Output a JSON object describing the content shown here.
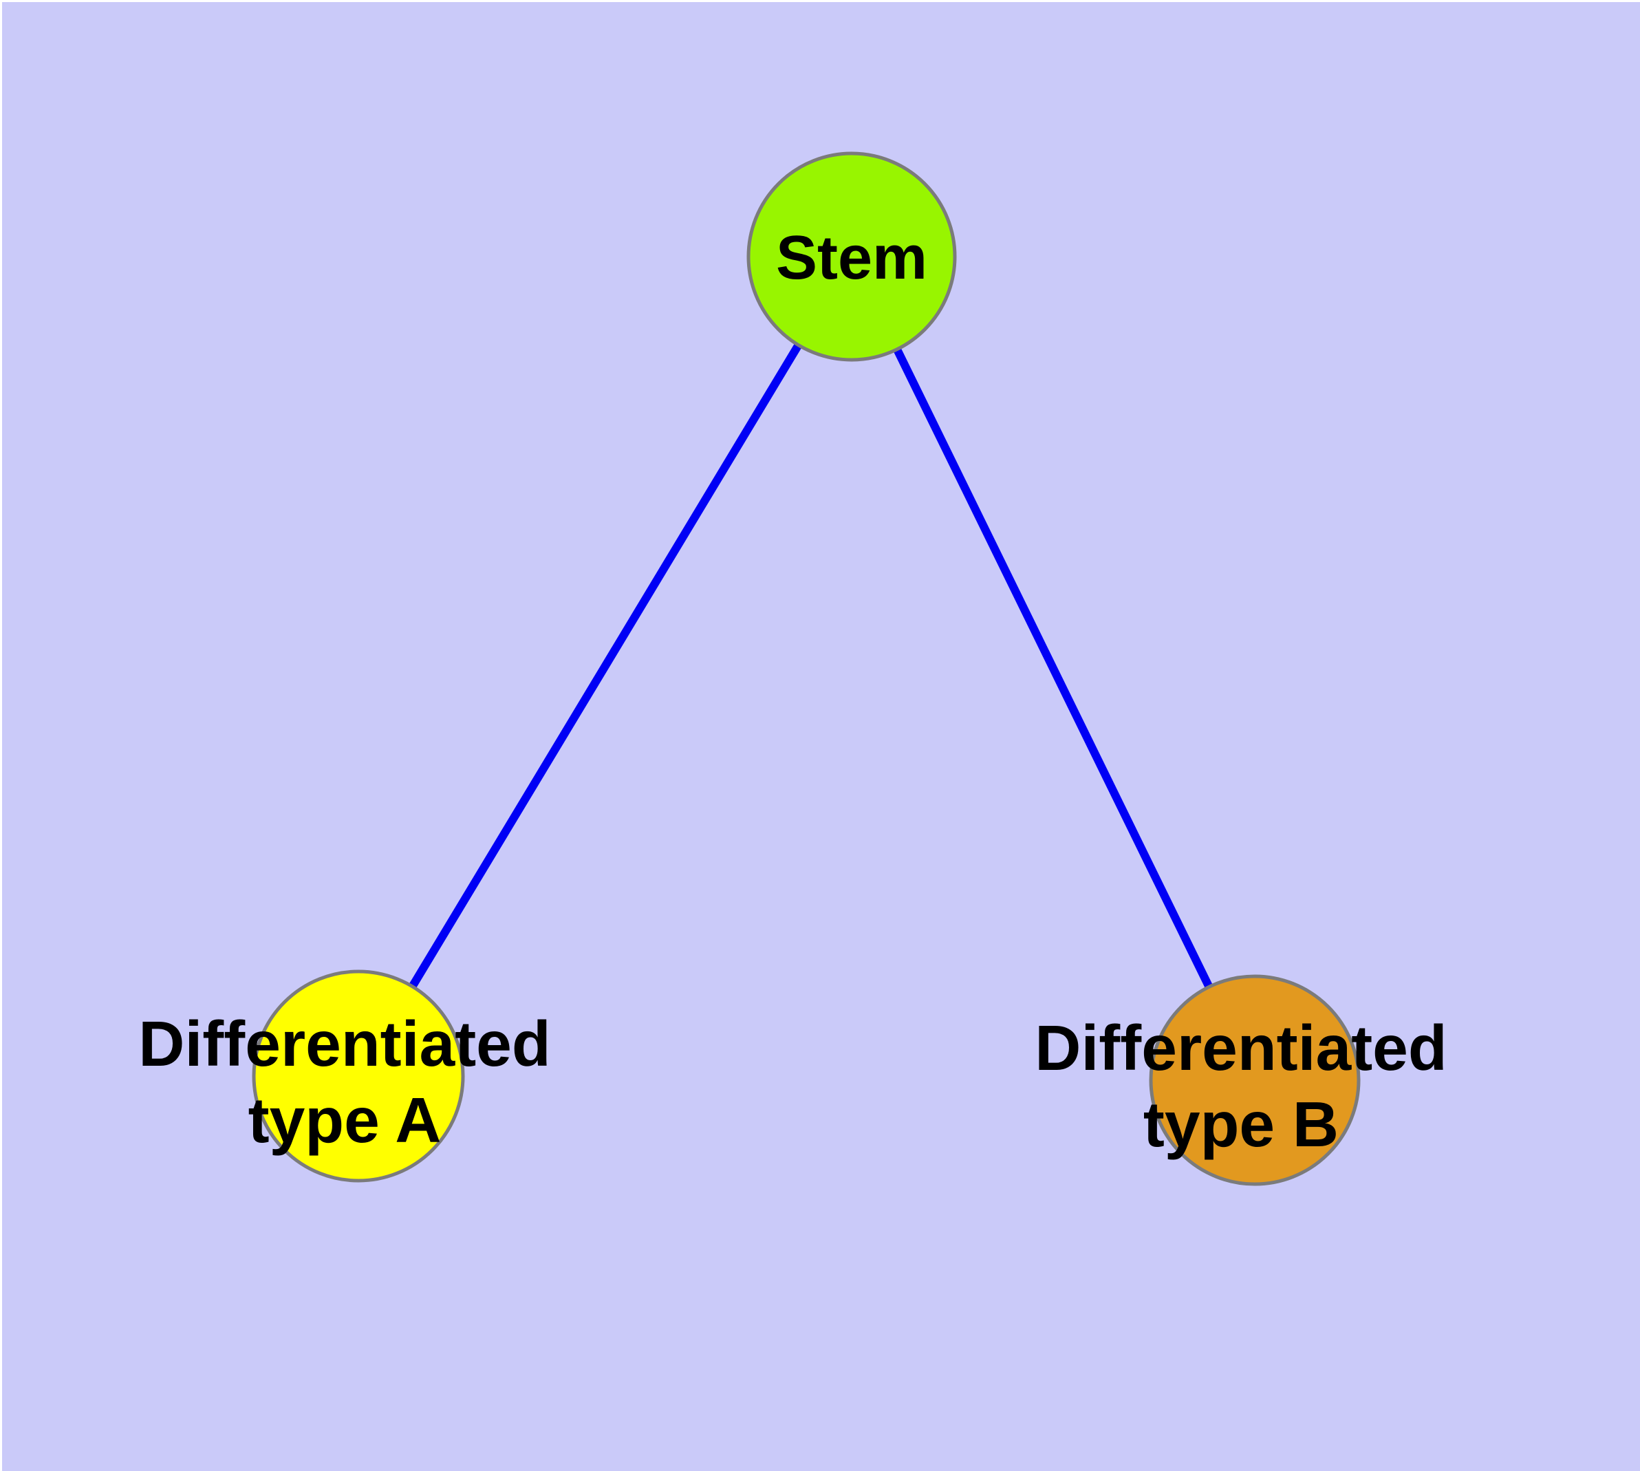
{
  "figure": {
    "type": "graph-diagram",
    "background_color": "#CACAF9",
    "frame_color": "#FFFFFF",
    "text_color": "#000000",
    "edge_style": {
      "color": "#0000F5",
      "width": "12"
    },
    "node_border": {
      "color": "#7B7B7B",
      "width": "5"
    },
    "nodes": {
      "stem": {
        "label": "Stem",
        "fill": "#98F500"
      },
      "type_a": {
        "label": "Differentiated type A",
        "line1": "Differentiated",
        "line2": "type A",
        "fill": "#FFFF00"
      },
      "type_b": {
        "label": "Differentiated type B",
        "line1": "Differentiated",
        "line2": "type B",
        "fill": "#E2991F"
      }
    },
    "edges": [
      {
        "from": "Stem",
        "to": "Differentiated type A"
      },
      {
        "from": "Stem",
        "to": "Differentiated type B"
      }
    ]
  }
}
